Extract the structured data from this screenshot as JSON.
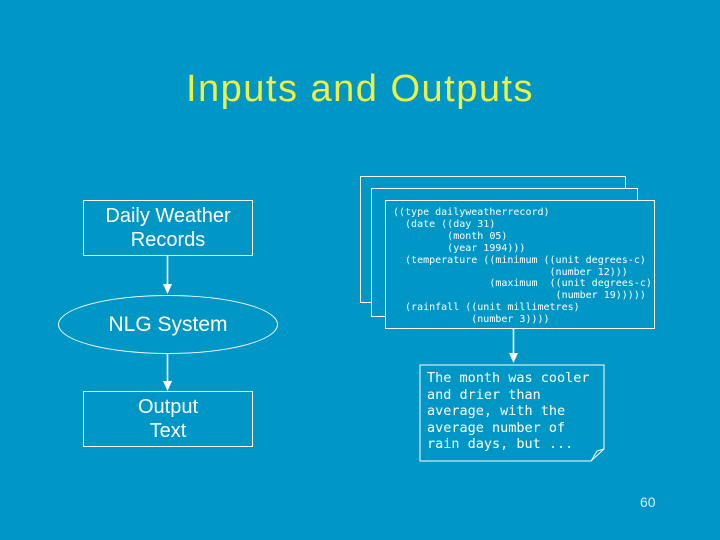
{
  "slide": {
    "title": "Inputs and Outputs",
    "page_number": "60",
    "colors": {
      "background": "#0097C7",
      "title_text": "#EBF043",
      "shape_line": "#FFFFFF",
      "body_text": "#FFFFFF"
    }
  },
  "diagram": {
    "input_box": {
      "label": "Daily Weather\nRecords"
    },
    "process_ellipse": {
      "label": "NLG System"
    },
    "output_box": {
      "label": "Output\nText"
    },
    "record_card": {
      "code": "((type dailyweatherrecord)\n  (date ((day 31)\n         (month 05)\n         (year 1994)))\n  (temperature ((minimum ((unit degrees-c)\n                          (number 12)))\n                (maximum  ((unit degrees-c)\n                           (number 19)))))\n  (rainfall ((unit millimetres)\n             (number 3))))"
    },
    "note": {
      "text": "The month was cooler\nand drier than\naverage, with the\naverage number of\nrain days, but ..."
    }
  }
}
